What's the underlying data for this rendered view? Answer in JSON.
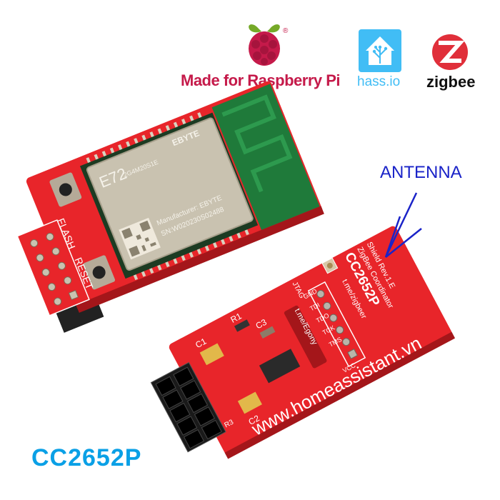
{
  "logos": {
    "raspberry_pi": {
      "text": "Made for Raspberry Pi",
      "registered": "®",
      "icon": "raspberry-icon",
      "color": "#c51a4a"
    },
    "hass": {
      "text": "hass.io",
      "icon": "home-assistant-icon",
      "color": "#41bdf5"
    },
    "zigbee": {
      "text": "zigbee",
      "icon": "zigbee-icon",
      "color": "#e02f3a"
    }
  },
  "annotation": {
    "antenna_label": "ANTENNA",
    "arrow_color": "#1a23c8"
  },
  "product_title": "CC2652P",
  "board_top": {
    "module_model": "E72",
    "module_part": "2G4M20S1E",
    "module_brand": "EBYTE",
    "manufacturer": "Manufacturer: EBYTE",
    "serial": "SN:W020230S02488",
    "button_flash": "FLASH",
    "button_reset": "RESET"
  },
  "board_bottom": {
    "chip_title": "CC2652P",
    "subtitle_1": "ZigBee Coordinator",
    "subtitle_2": "Shield Rev.1.E",
    "link_zigbee": "t.me/zigbeer",
    "link_egony": "t.me/Egony",
    "jtag_label": "JTAG",
    "jtag_pins": [
      "GND",
      "TDI",
      "TDO",
      "TCK",
      "TMS",
      "VCC"
    ],
    "components": [
      "C1",
      "C2",
      "C3",
      "R1",
      "R3"
    ],
    "website": "www.homeassistant.vn"
  },
  "colors": {
    "pcb_red": "#e8252a",
    "pcb_dark": "#b81a1e",
    "module_silver": "#c9c2b0",
    "antenna_green": "#1f7a3a"
  }
}
